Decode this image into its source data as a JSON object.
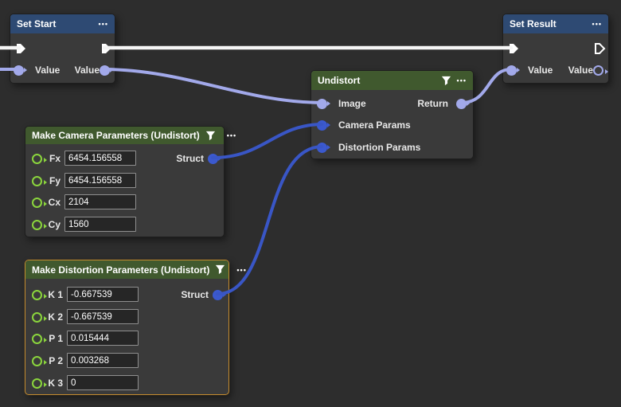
{
  "colors": {
    "background": "#2d2d2d",
    "node_body": "#3a3a3a",
    "header_blue": "#2e4a73",
    "header_green": "#40592e",
    "exec_wire": "#f5f5f5",
    "value_wire_lavender": "#a2a9ea",
    "struct_wire_blue": "#3956c6",
    "param_pin_green": "#8bd53d",
    "selection_border_orange": "#c58c2e"
  },
  "icons": {
    "menu": "ellipsis-icon",
    "filter": "funnel-icon"
  },
  "nodes": {
    "set_start": {
      "title": "Set Start",
      "value_in_label": "Value",
      "value_out_label": "Value"
    },
    "set_result": {
      "title": "Set Result",
      "value_in_label": "Value",
      "value_out_label": "Value"
    },
    "undistort": {
      "title": "Undistort",
      "input_labels": [
        "Image",
        "Camera Params",
        "Distortion Params"
      ],
      "return_label": "Return"
    },
    "camera": {
      "title": "Make Camera Parameters (Undistort)",
      "struct_label": "Struct",
      "fields": [
        {
          "label": "Fx",
          "value": "6454.156558"
        },
        {
          "label": "Fy",
          "value": "6454.156558"
        },
        {
          "label": "Cx",
          "value": "2104"
        },
        {
          "label": "Cy",
          "value": "1560"
        }
      ]
    },
    "distortion": {
      "title": "Make Distortion Parameters (Undistort)",
      "struct_label": "Struct",
      "fields": [
        {
          "label": "K 1",
          "value": "-0.667539"
        },
        {
          "label": "K 2",
          "value": "-0.667539"
        },
        {
          "label": "P 1",
          "value": "0.015444"
        },
        {
          "label": "P 2",
          "value": "0.003268"
        },
        {
          "label": "K 3",
          "value": "0"
        }
      ]
    }
  }
}
